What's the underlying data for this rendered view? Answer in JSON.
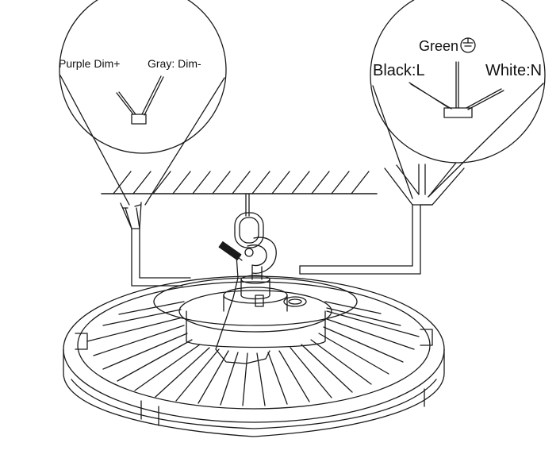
{
  "labels": {
    "dim_plus": "Purple Dim+",
    "dim_minus": "Gray: Dim-",
    "green": "Green",
    "black": "Black:L",
    "white": "White:N"
  },
  "colors": {
    "stroke": "#1a1a1a",
    "background": "#ffffff"
  },
  "icons": {
    "ground": "ground-symbol-icon"
  }
}
